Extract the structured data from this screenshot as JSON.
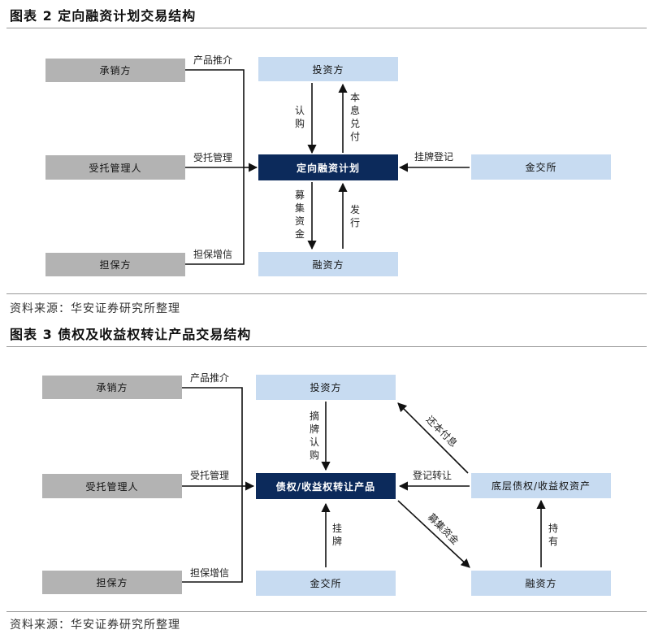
{
  "figure2": {
    "title": "图表 2  定向融资计划交易结构",
    "boxes": {
      "underwriter": "承销方",
      "trustee": "受托管理人",
      "guarantor": "担保方",
      "investor": "投资方",
      "plan": "定向融资计划",
      "issuer": "融资方",
      "exchange": "金交所"
    },
    "labels": {
      "promote": "产品推介",
      "manage": "受托管理",
      "credit": "担保增信",
      "subscribe": "认购",
      "repay": "本息兑付",
      "register": "挂牌登记",
      "raise": "募集资金",
      "issue": "发行"
    },
    "source": "资料来源：华安证券研究所整理"
  },
  "figure3": {
    "title": "图表 3  债权及收益权转让产品交易结构",
    "boxes": {
      "underwriter": "承销方",
      "trustee": "受托管理人",
      "guarantor": "担保方",
      "investor": "投资方",
      "product": "债权/收益权转让产品",
      "underlying": "底层债权/收益权资产",
      "exchange": "金交所",
      "issuer": "融资方"
    },
    "labels": {
      "promote": "产品推介",
      "manage": "受托管理",
      "credit": "担保增信",
      "list_subscribe": "摘牌认购",
      "register_transfer": "登记转让",
      "repay": "还本付息",
      "list": "挂牌",
      "hold": "持有",
      "raise": "募集资金"
    },
    "source": "资料来源：华安证券研究所整理"
  }
}
